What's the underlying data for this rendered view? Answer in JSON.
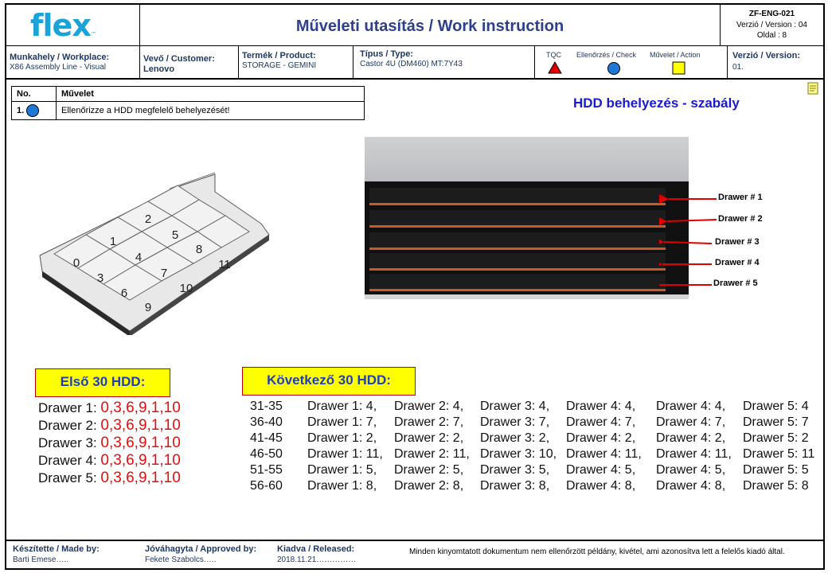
{
  "header": {
    "logo": "flex",
    "logo_tm": "™",
    "title": "Műveleti utasítás / Work instruction",
    "doc_id": "ZF-ENG-021",
    "version_line": "Verzió / Version :  04",
    "page_line": "Oldal : 8"
  },
  "info": {
    "workplace_label": "Munkahely / Workplace:",
    "workplace_value": "X86 Assembly Line - Visual",
    "customer_label": "Vevő / Customer:",
    "customer_value": "Lenovo",
    "product_label": "Termék / Product:",
    "product_value": "STORAGE  - GEMINI",
    "type_label": "Típus / Type:",
    "type_value": "Castor 4U (DM460) MT:7Y43",
    "tqc_label": "TQC",
    "check_label": "Ellenőrzés / Check",
    "action_label": "Művelet / Action",
    "version_label": "Verzió / Version:",
    "version_value": "01."
  },
  "ops_table": {
    "col_no": "No.",
    "col_op": "Művelet",
    "row_no": "1.",
    "row_text": "Ellenőrizze a HDD megfelelő behelyezését!"
  },
  "rule_title": "HDD behelyezés - szabály",
  "tray": {
    "slots": [
      "0",
      "1",
      "2",
      "3",
      "4",
      "5",
      "6",
      "7",
      "8",
      "9",
      "10",
      "11"
    ]
  },
  "drawers": [
    "Drawer # 1",
    "Drawer # 2",
    "Drawer # 3",
    "Drawer # 4",
    "Drawer # 5"
  ],
  "first30": {
    "title": "Első 30 HDD:",
    "rows": [
      {
        "label": "Drawer 1: ",
        "value": "0,3,6,9,1,10"
      },
      {
        "label": "Drawer 2: ",
        "value": "0,3,6,9,1,10"
      },
      {
        "label": "Drawer 3: ",
        "value": "0,3,6,9,1,10"
      },
      {
        "label": "Drawer 4: ",
        "value": "0,3,6,9,1,10"
      },
      {
        "label": "Drawer 5: ",
        "value": "0,3,6,9,1,10"
      }
    ]
  },
  "next30": {
    "title": "Következő 30 HDD:",
    "rows": [
      [
        "31-35",
        "Drawer 1: 4,",
        "Drawer 2: 4,",
        "Drawer 3: 4,",
        "Drawer 4: 4,",
        "Drawer 4: 4,",
        "Drawer 5: 4"
      ],
      [
        "36-40",
        "Drawer 1: 7,",
        "Drawer 2: 7,",
        "Drawer 3: 7,",
        "Drawer 4: 7,",
        "Drawer 4: 7,",
        "Drawer 5: 7"
      ],
      [
        "41-45",
        "Drawer 1: 2,",
        "Drawer 2: 2,",
        "Drawer 3: 2,",
        "Drawer 4: 2,",
        "Drawer 4: 2,",
        "Drawer 5: 2"
      ],
      [
        "46-50",
        "Drawer 1: 11,",
        "Drawer 2: 11,",
        "Drawer 3: 10,",
        "Drawer 4: 11,",
        "Drawer 4: 11,",
        "Drawer 5: 11"
      ],
      [
        "51-55",
        "Drawer 1: 5,",
        "Drawer 2: 5,",
        "Drawer 3: 5,",
        "Drawer 4: 5,",
        "Drawer 4: 5,",
        "Drawer 5: 5"
      ],
      [
        "56-60",
        "Drawer 1: 8,",
        "Drawer 2: 8,",
        "Drawer 3: 8,",
        "Drawer 4: 8,",
        "Drawer 4: 8,",
        "Drawer 5: 8"
      ]
    ]
  },
  "footer": {
    "made_label": "Készítette / Made by:",
    "made_value": "Barti Emese…..",
    "approved_label": "Jóváhagyta / Approved by:",
    "approved_value": "Fekete Szabolcs…..",
    "released_label": "Kiadva / Released:",
    "released_value": "2018.11.21……………",
    "disclaimer": "Minden kinyomtatott dokumentum nem ellenőrzött példány, kivétel, ami azonosítva lett a felelős kiadó által."
  },
  "colors": {
    "accent": "#1aa3d9",
    "title": "#2e3f8f",
    "tqc": "#e00000",
    "check": "#1f77d6",
    "action": "#ffff00",
    "highlight": "#e01010"
  }
}
